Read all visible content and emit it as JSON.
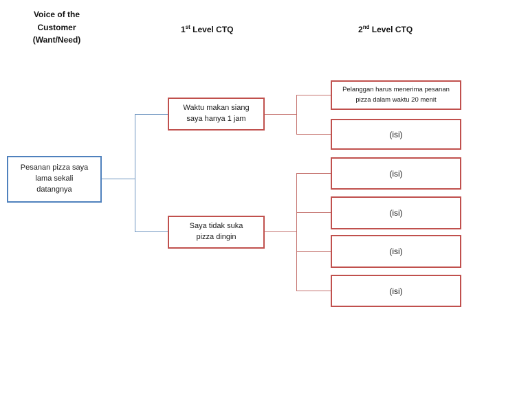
{
  "headers": {
    "voc": "Voice of the\nCustomer\n(Want/Need)",
    "level1": {
      "num": "1",
      "sup": "st",
      "rest": " Level CTQ"
    },
    "level2": {
      "num": "2",
      "sup": "nd",
      "rest": " Level CTQ"
    }
  },
  "voc_box": {
    "text": "Pesanan pizza saya\nlama sekali\ndatangnya"
  },
  "level1_boxes": [
    {
      "text": "Waktu makan siang\nsaya hanya 1 jam"
    },
    {
      "text": "Saya tidak suka\npizza dingin"
    }
  ],
  "level2_boxes": [
    {
      "text": "Pelanggan harus menerima pesanan\npizza dalam waktu 20 menit"
    },
    {
      "text": "(isi)"
    },
    {
      "text": "(isi)"
    },
    {
      "text": "(isi)"
    },
    {
      "text": "(isi)"
    },
    {
      "text": "(isi)"
    }
  ],
  "colors": {
    "voc_accent": "#4F81BD",
    "ctq_accent": "#C0504D"
  }
}
